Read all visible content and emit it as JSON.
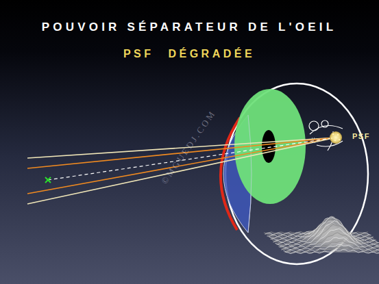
{
  "diagram": {
    "title": "POUVOIR SÉPARATEUR DE L'OEIL",
    "labels": [
      "PSF DÉGRADÉE",
      "PSF",
      "©MGUEDJ.COM"
    ]
  }
}
